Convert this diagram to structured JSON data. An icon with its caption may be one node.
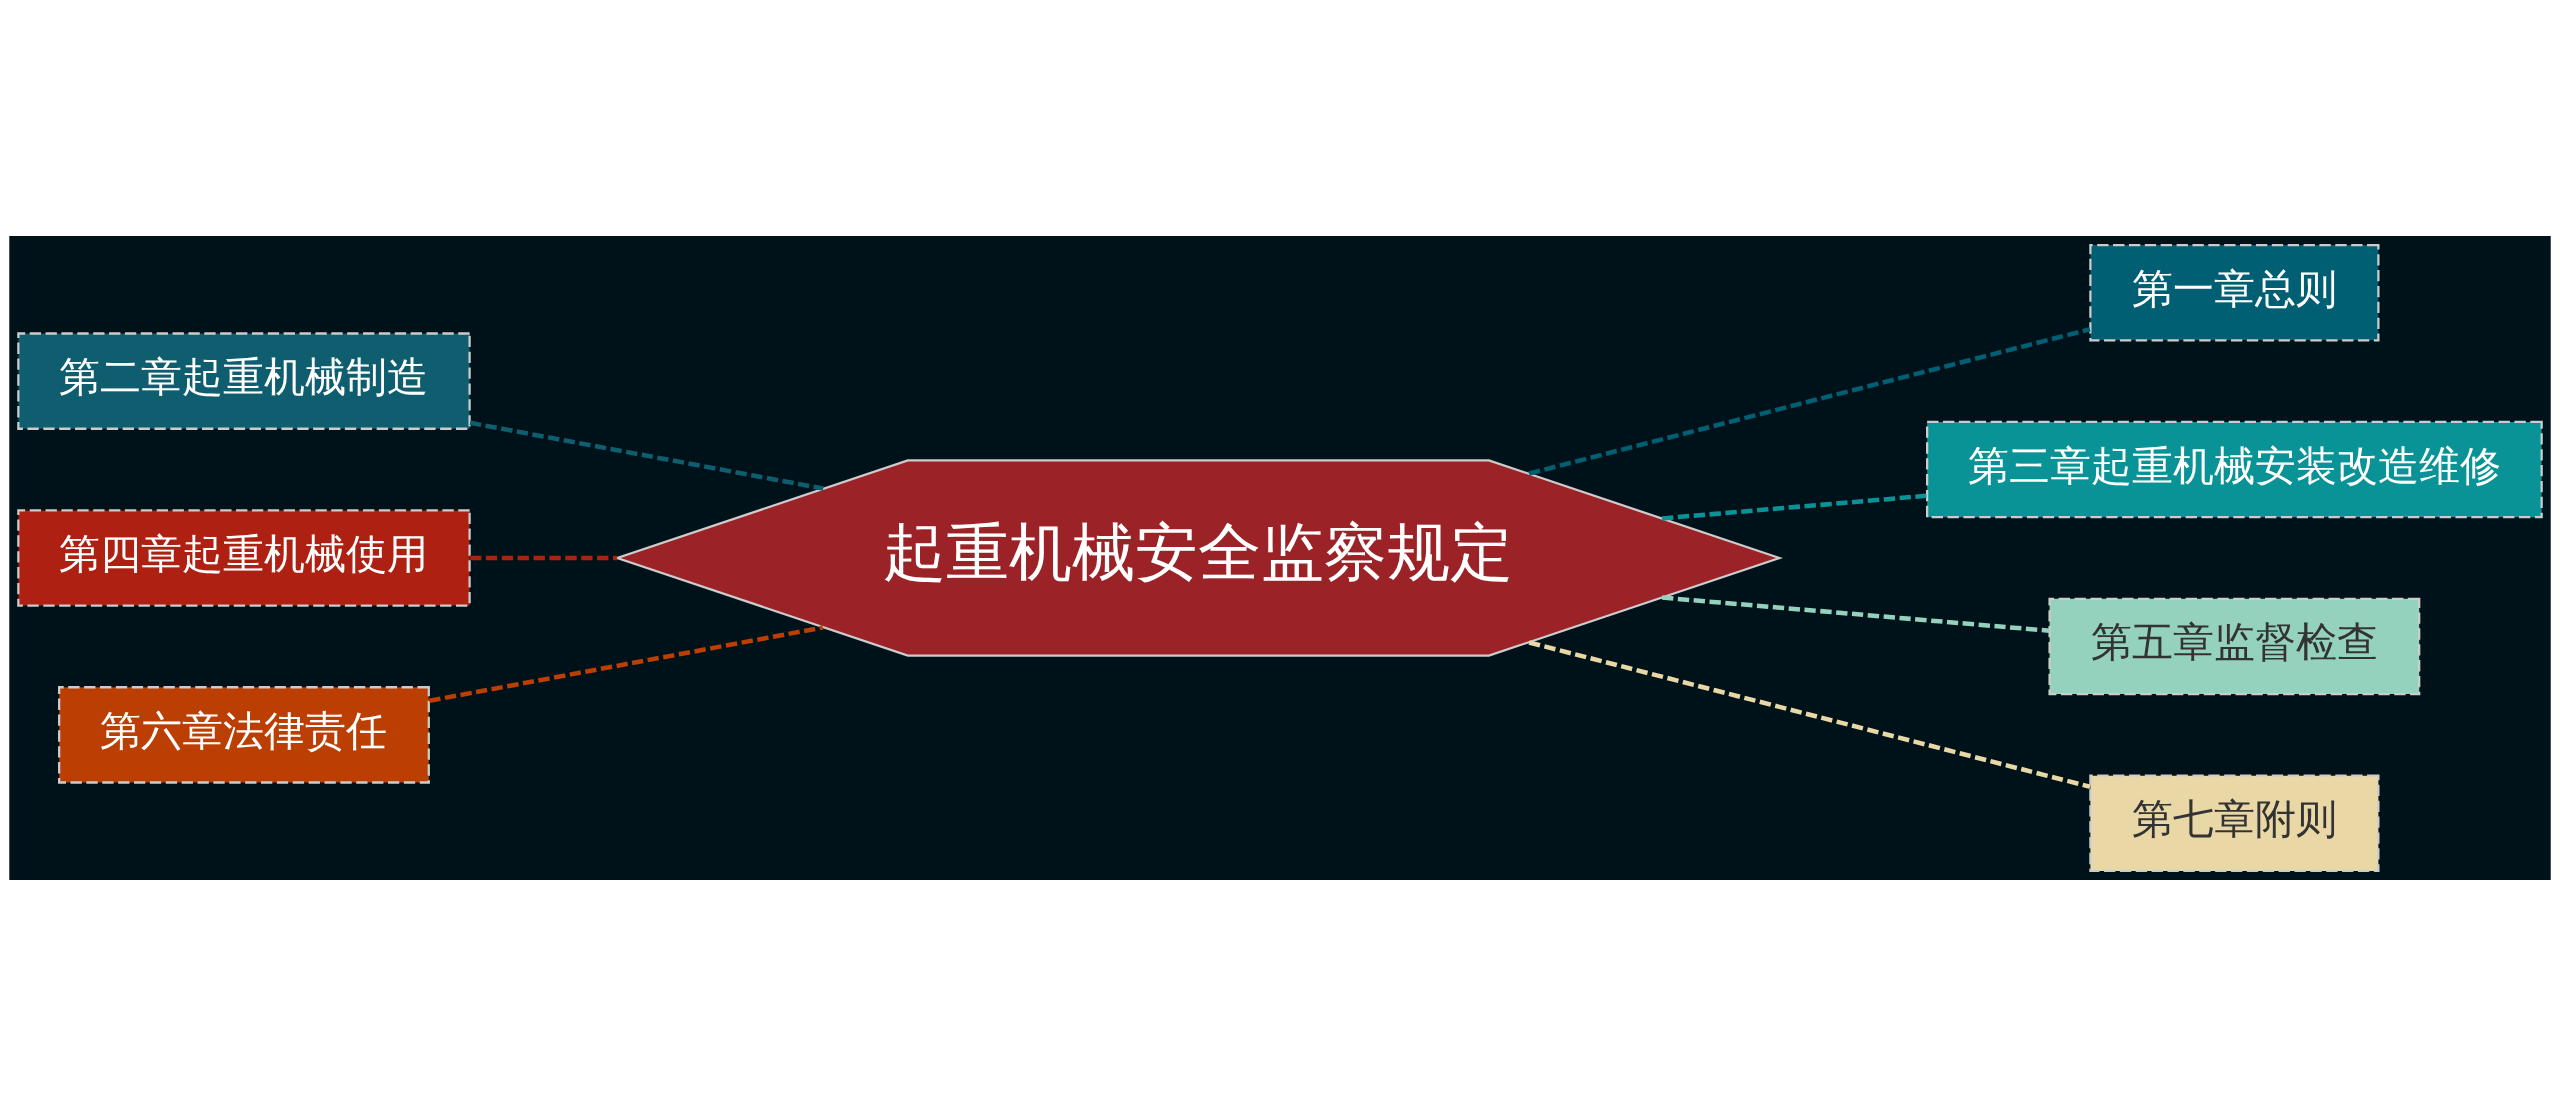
{
  "diagram": {
    "nodes": [
      {
        "text": [
          "起重机械安全监察规定"
        ]
      },
      {
        "text": [
          "第一章总则"
        ]
      },
      {
        "text": [
          "第三章起重机械安装改造维修"
        ]
      },
      {
        "text": [
          "第五章监督检查"
        ]
      },
      {
        "text": [
          "第七章附则"
        ]
      },
      {
        "text": [
          "第二章起重机械制造"
        ]
      },
      {
        "text": [
          "第四章起重机械使用"
        ]
      },
      {
        "text": [
          "第六章法律责任"
        ]
      }
    ],
    "edges": [
      {
        "from": 0,
        "to": 1,
        "arrow": "none",
        "style": "dashed",
        "color": "#005f73"
      },
      {
        "from": 0,
        "to": 2,
        "arrow": "none",
        "style": "dashed",
        "color": "#0a9396"
      },
      {
        "from": 0,
        "to": 3,
        "arrow": "none",
        "style": "dashed",
        "color": "#94d2bd"
      },
      {
        "from": 0,
        "to": 4,
        "arrow": "none",
        "style": "dashed",
        "color": "#e9d8a6"
      },
      {
        "from": 5,
        "to": 0,
        "arrow": "none",
        "style": "dashed",
        "color": "#0e5e6f"
      },
      {
        "from": 6,
        "to": 0,
        "arrow": "none",
        "style": "dashed",
        "color": "#ae2012"
      },
      {
        "from": 7,
        "to": 0,
        "arrow": "none",
        "style": "dashed",
        "color": "#bb3e03"
      }
    ]
  }
}
